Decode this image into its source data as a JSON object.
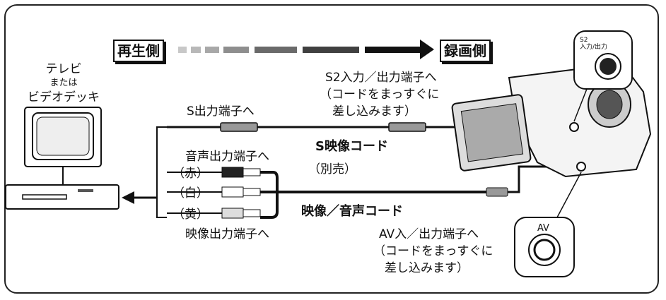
{
  "direction": {
    "source": "再生側",
    "destination": "録画側"
  },
  "tv": {
    "line1": "テレビ",
    "line2": "または",
    "line3": "ビデオデッキ"
  },
  "s_output": "S出力端子へ",
  "s2_terminal": {
    "line1": "S2入力／出力端子へ",
    "line2": "（コードをまっすぐに",
    "line3": "差し込みます）"
  },
  "s_video_cord": {
    "name": "S映像コード",
    "note": "（別売）"
  },
  "audio_output": "音声出力端子へ",
  "plugs": {
    "red": "（赤）",
    "white": "（白）",
    "yellow": "（黄）"
  },
  "video_output": "映像出力端子へ",
  "av_cord": "映像／音声コード",
  "av_terminal": {
    "line1": "AV入／出力端子へ",
    "line2": "（コードをまっすぐに",
    "line3": "差し込みます）"
  },
  "s2_inset": {
    "line1": "S2",
    "line2": "入力/出力"
  },
  "av_inset": "AV",
  "colors": {
    "line": "#111111",
    "gray_light": "#bbbbbb",
    "gray_dark": "#444444"
  }
}
